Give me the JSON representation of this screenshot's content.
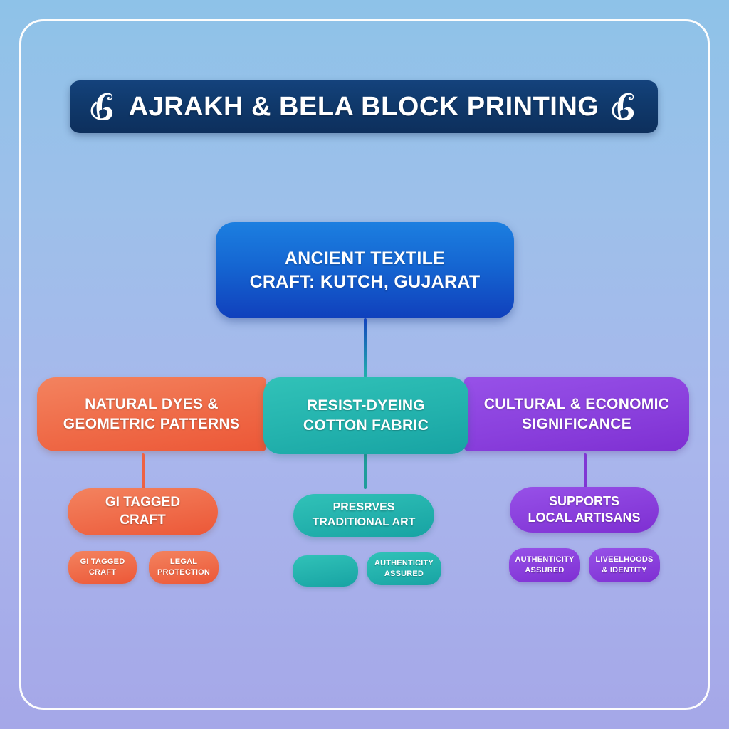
{
  "header": {
    "title": "AJRAKH & BELA BLOCK PRINTING",
    "left_icon": "paisley-ornament-icon",
    "right_icon": "paisley-ornament-icon",
    "background_color": "#103a6d",
    "text_color": "#ffffff"
  },
  "canvas": {
    "background_top_color": "#8ec2e8",
    "background_bottom_color": "#a5a7e8",
    "frame_color": "#fdfdfd"
  },
  "root": {
    "line1": "ANCIENT TEXTILE",
    "line2": "CRAFT: KUTCH, GUJARAT",
    "color": "#1566d2"
  },
  "branches": [
    {
      "line1": "NATURAL DYES &",
      "line2": "GEOMETRIC PATTERNS",
      "color": "#ec5737",
      "sub": {
        "line1": "GI TAGGED",
        "line2": "CRAFT"
      },
      "tags": [
        {
          "line1": "GI TAGGED",
          "line2": "CRAFT"
        },
        {
          "line1": "LEGAL",
          "line2": "PROTECTION"
        }
      ]
    },
    {
      "line1": "RESIST-DYEING",
      "line2": "COTTON FABRIC",
      "color": "#17a3a3",
      "sub": {
        "line1": "PRESRVES",
        "line2": "TRADITIONAL ART"
      },
      "tags": [
        {
          "line1": "",
          "line2": ""
        },
        {
          "line1": "AUTHENTICITY",
          "line2": "ASSURED"
        }
      ]
    },
    {
      "line1": "CULTURAL & ECONOMIC",
      "line2": "SIGNIFICANCE",
      "color": "#7e2fd2",
      "sub": {
        "line1": "SUPPORTS",
        "line2": "LOCAL ARTISANS"
      },
      "tags": [
        {
          "line1": "AUTHENTICITY",
          "line2": "ASSURED"
        },
        {
          "line1": "LIVEELHOODS",
          "line2": "& IDENTITY"
        }
      ]
    }
  ]
}
